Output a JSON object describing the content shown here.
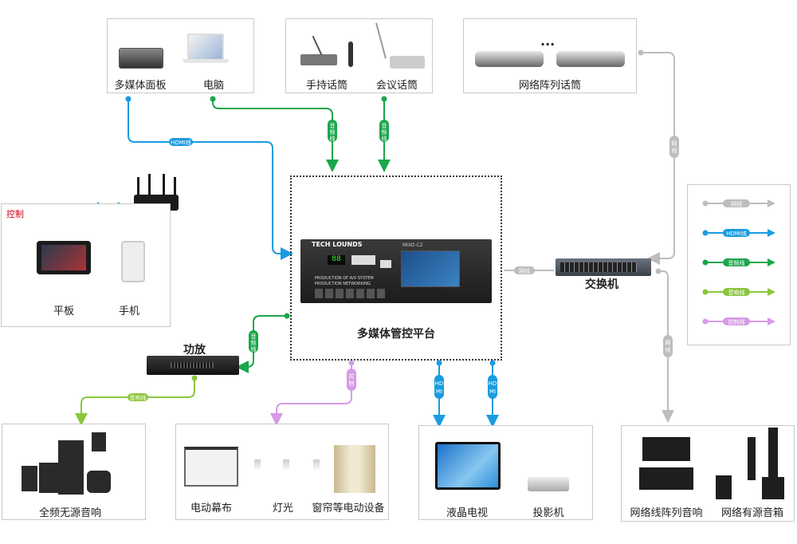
{
  "top_left_box": {
    "multimedia_panel": "多媒体面板",
    "computer": "电脑"
  },
  "top_mid_box": {
    "handheld_mic": "手持话筒",
    "conference_mic": "会议话筒"
  },
  "top_right_box": {
    "network_array_mic": "网络阵列话筒",
    "ellipsis": "..."
  },
  "control_box": {
    "title": "控制",
    "tablet": "平板",
    "phone": "手机"
  },
  "center": {
    "platform_label": "多媒体管控平台",
    "brand": "TECH LOUNDS",
    "model": "MIXO-C2",
    "panel_line1": "PRODUCTION OF A/V SYSTEM",
    "panel_line2": "PRODUCTION NETWORKING"
  },
  "switch_label": "交换机",
  "amp_label": "功放",
  "bottom_boxes": {
    "passive_speaker": "全频无源音响",
    "screen": "电动幕布",
    "light": "灯光",
    "curtain": "窗帘等电动设备",
    "lcd_tv": "液晶电视",
    "projector": "投影机",
    "line_array": "网络线阵列音响",
    "active_speaker": "网络有源音箱"
  },
  "wire_labels": {
    "hdmi": "HDMI线",
    "audio": "音频线",
    "network": "网线",
    "speaker": "音响线",
    "control": "控制线"
  },
  "legend": [
    {
      "label": "网线",
      "color": "#bdbdbd"
    },
    {
      "label": "HDMI线",
      "color": "#1a9be0"
    },
    {
      "label": "音频线",
      "color": "#1aa64a"
    },
    {
      "label": "音响线",
      "color": "#8cc63f"
    },
    {
      "label": "控制线",
      "color": "#d79ae6"
    }
  ],
  "colors": {
    "network": "#bdbdbd",
    "hdmi": "#1a9be0",
    "audio": "#1aa64a",
    "speaker": "#8cc63f",
    "control": "#d79ae6",
    "control_title": "#d0021b"
  }
}
